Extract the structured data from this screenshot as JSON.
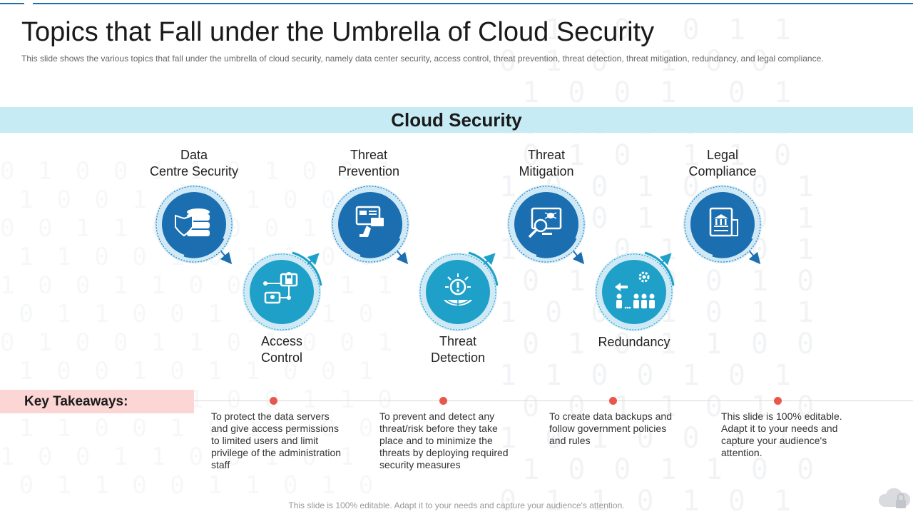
{
  "slide": {
    "title": "Topics that Fall under the Umbrella of Cloud Security",
    "subtitle": "This slide shows the various  topics that fall under the umbrella of cloud security, namely data center security, access control, threat prevention,  threat detection, threat mitigation, redundancy,  and legal compliance."
  },
  "banner": {
    "label": "Cloud Security"
  },
  "topics": [
    {
      "label_line1": "Data",
      "label_line2": "Centre Security",
      "icon": "database-shield-icon",
      "color": "#1b6fb0"
    },
    {
      "label_line1": "Access",
      "label_line2": "Control",
      "icon": "network-lock-icon",
      "color": "#1fa0c8"
    },
    {
      "label_line1": "Threat",
      "label_line2": "Prevention",
      "icon": "browser-hand-icon",
      "color": "#1b6fb0"
    },
    {
      "label_line1": "Threat",
      "label_line2": "Detection",
      "icon": "globe-alert-icon",
      "color": "#1fa0c8"
    },
    {
      "label_line1": "Threat",
      "label_line2": "Mitigation",
      "icon": "monitor-bug-icon",
      "color": "#1b6fb0"
    },
    {
      "label_line1": "Redundancy",
      "label_line2": "",
      "icon": "team-gear-icon",
      "color": "#1fa0c8"
    },
    {
      "label_line1": "Legal",
      "label_line2": "Compliance",
      "icon": "court-document-icon",
      "color": "#1b6fb0"
    }
  ],
  "takeaways": {
    "heading": "Key Takeaways:",
    "items": [
      {
        "text": "To protect the data servers and give access permissions to limited users and limit privilege of  the administration staff"
      },
      {
        "text": "To prevent and detect  any threat/risk before they take place and to minimize  the threats by deploying required security measures"
      },
      {
        "text": "To create data backups and follow government policies and rules"
      },
      {
        "text": "This slide is 100% editable. Adapt it to your needs and capture your audience's attention."
      }
    ],
    "dot_color": "#e8574e"
  },
  "footer": {
    "text": "This slide is 100% editable. Adapt it to your needs and capture your audience's attention."
  },
  "colors": {
    "accent_dark": "#1b6fb0",
    "accent_light": "#1fa0c8",
    "banner": "#c6ebf4",
    "takeaways_bg": "#fbd6d4"
  }
}
